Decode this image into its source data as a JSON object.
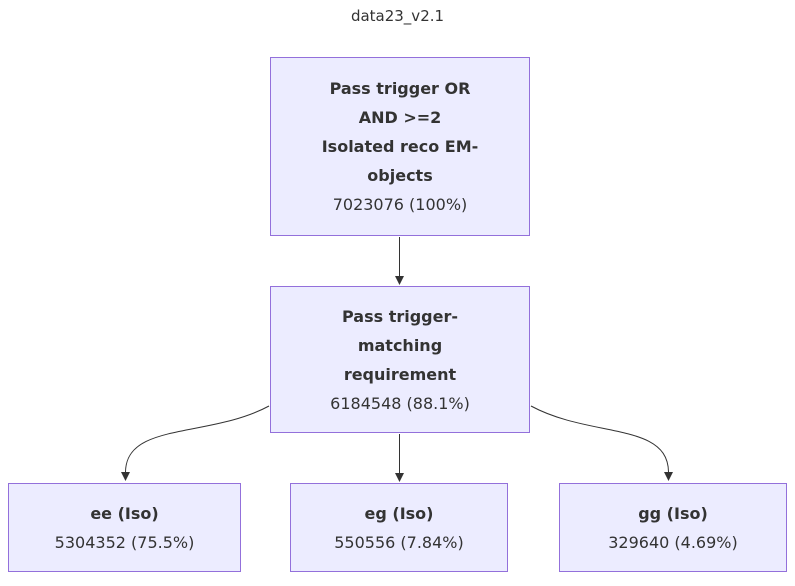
{
  "title": "data23_v2.1",
  "colors": {
    "node_fill": "#ECECFF",
    "node_border": "#9370DB",
    "edge": "#333333",
    "text": "#333333",
    "background": "#FFFFFF"
  },
  "nodes": {
    "root": {
      "label": "Pass trigger OR\nAND >=2\nIsolated reco EM-\nobjects",
      "count": "7023076 (100%)"
    },
    "trigmatch": {
      "label": "Pass trigger-\nmatching\nrequirement",
      "count": "6184548 (88.1%)"
    },
    "ee": {
      "label": "ee (Iso)",
      "count": "5304352 (75.5%)"
    },
    "eg": {
      "label": "eg (Iso)",
      "count": "550556 (7.84%)"
    },
    "gg": {
      "label": "gg (Iso)",
      "count": "329640 (4.69%)"
    }
  },
  "edges": [
    {
      "from": "root",
      "to": "trigmatch"
    },
    {
      "from": "trigmatch",
      "to": "ee"
    },
    {
      "from": "trigmatch",
      "to": "eg"
    },
    {
      "from": "trigmatch",
      "to": "gg"
    }
  ]
}
